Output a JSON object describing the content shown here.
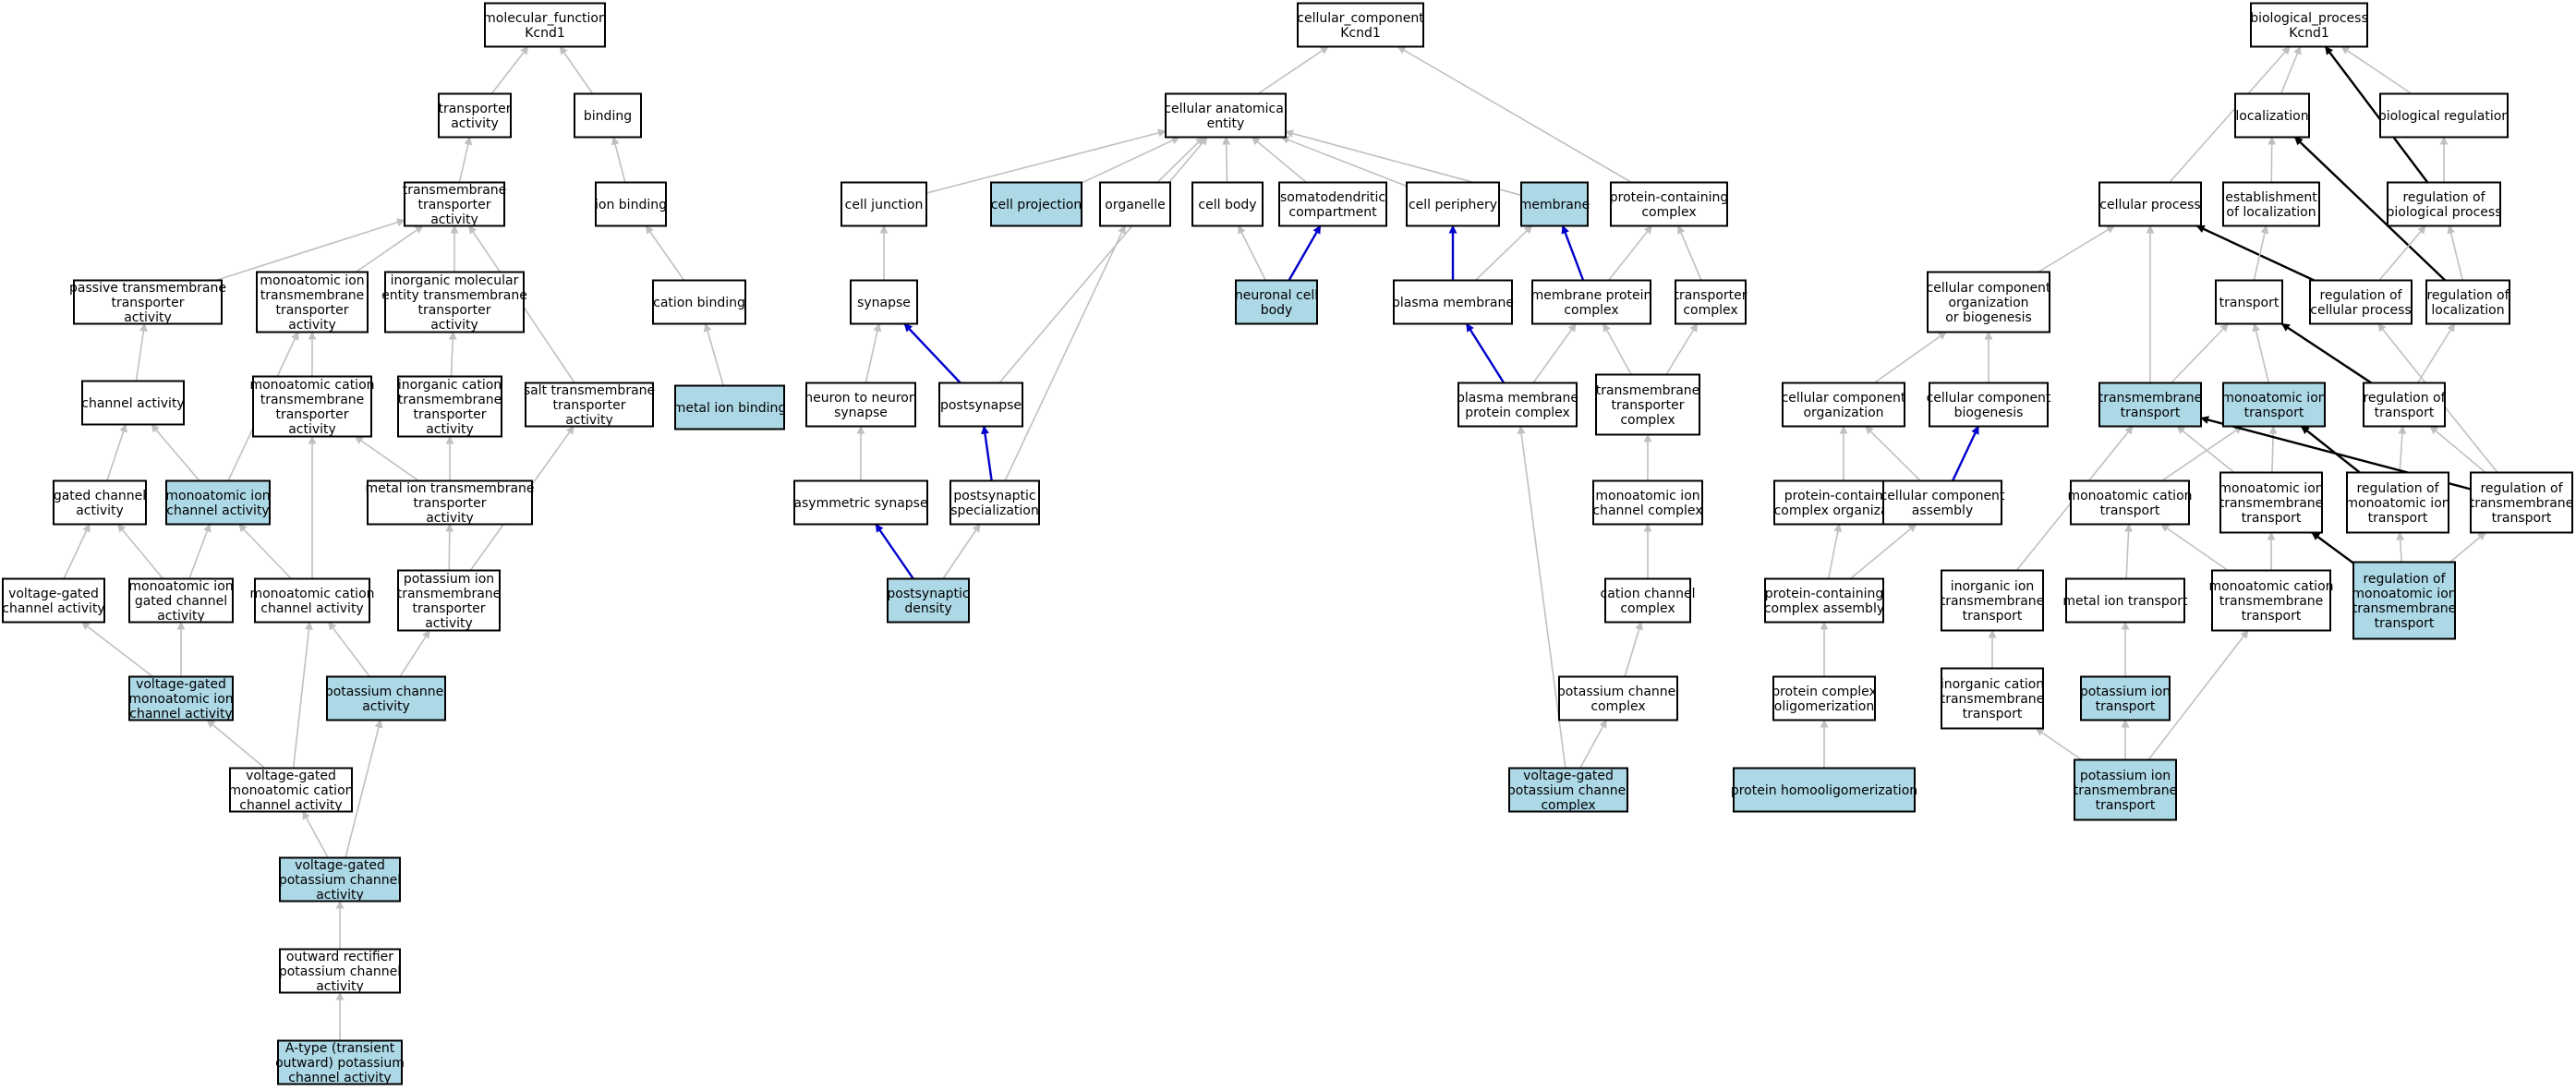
{
  "colors": {
    "highlight": "#add8e6",
    "plain": "#ffffff",
    "gray_edge": "#c0c0c0",
    "blue_edge": "#0000cc",
    "black_edge": "#000000"
  },
  "nodes": {
    "mf": [
      "molecular_function",
      "Kcnd1"
    ],
    "transporter_activity": [
      "transporter",
      "activity"
    ],
    "binding": [
      "binding"
    ],
    "tm_transporter": [
      "transmembrane",
      "transporter",
      "activity"
    ],
    "ion_binding": [
      "ion binding"
    ],
    "passive_tm": [
      "passive transmembrane",
      "transporter",
      "activity"
    ],
    "mono_ion_tm": [
      "monoatomic ion",
      "transmembrane",
      "transporter",
      "activity"
    ],
    "inorg_mol_tm": [
      "inorganic molecular",
      "entity transmembrane",
      "transporter",
      "activity"
    ],
    "cation_binding": [
      "cation binding"
    ],
    "channel_activity": [
      "channel activity"
    ],
    "mono_cation_tm": [
      "monoatomic cation",
      "transmembrane",
      "transporter",
      "activity"
    ],
    "inorg_cation_tm": [
      "inorganic cation",
      "transmembrane",
      "transporter",
      "activity"
    ],
    "salt_tm": [
      "salt transmembrane",
      "transporter",
      "activity"
    ],
    "metal_ion_binding": [
      "metal ion binding"
    ],
    "gated_channel": [
      "gated channel",
      "activity"
    ],
    "mono_ion_channel": [
      "monoatomic ion",
      "channel activity"
    ],
    "metal_ion_tm": [
      "metal ion transmembrane",
      "transporter",
      "activity"
    ],
    "vg_channel": [
      "voltage-gated",
      "channel activity"
    ],
    "mono_ion_gated": [
      "monoatomic ion",
      "gated channel",
      "activity"
    ],
    "mono_cation_channel": [
      "monoatomic cation",
      "channel activity"
    ],
    "k_ion_tm_transporter": [
      "potassium ion",
      "transmembrane",
      "transporter",
      "activity"
    ],
    "vg_mono_ion_channel": [
      "voltage-gated",
      "monoatomic ion",
      "channel activity"
    ],
    "k_channel": [
      "potassium channel",
      "activity"
    ],
    "vg_mono_cation_channel": [
      "voltage-gated",
      "monoatomic cation",
      "channel activity"
    ],
    "vg_k_channel": [
      "voltage-gated",
      "potassium channel",
      "activity"
    ],
    "outward_rect": [
      "outward rectifier",
      "potassium channel",
      "activity"
    ],
    "a_type": [
      "A-type (transient",
      "outward) potassium",
      "channel activity"
    ],
    "cc": [
      "cellular_component",
      "Kcnd1"
    ],
    "cae": [
      "cellular anatomical",
      "entity"
    ],
    "cell_junction": [
      "cell junction"
    ],
    "cell_projection": [
      "cell projection"
    ],
    "organelle": [
      "organelle"
    ],
    "cell_body": [
      "cell body"
    ],
    "somatodendritic": [
      "somatodendritic",
      "compartment"
    ],
    "cell_periphery": [
      "cell periphery"
    ],
    "membrane": [
      "membrane"
    ],
    "protein_complex": [
      "protein-containing",
      "complex"
    ],
    "synapse": [
      "synapse"
    ],
    "neuronal_cell_body": [
      "neuronal cell",
      "body"
    ],
    "plasma_membrane": [
      "plasma membrane"
    ],
    "membrane_protein_complex": [
      "membrane protein",
      "complex"
    ],
    "transporter_complex": [
      "transporter",
      "complex"
    ],
    "n2n_synapse": [
      "neuron to neuron",
      "synapse"
    ],
    "postsynapse": [
      "postsynapse"
    ],
    "pm_protein_complex": [
      "plasma membrane",
      "protein complex"
    ],
    "tm_transporter_complex": [
      "transmembrane",
      "transporter",
      "complex"
    ],
    "asym_synapse": [
      "asymmetric synapse"
    ],
    "postsyn_spec": [
      "postsynaptic",
      "specialization"
    ],
    "mono_ion_channel_complex": [
      "monoatomic ion",
      "channel complex"
    ],
    "postsyn_density": [
      "postsynaptic",
      "density"
    ],
    "cation_channel_complex": [
      "cation channel",
      "complex"
    ],
    "k_channel_complex": [
      "potassium channel",
      "complex"
    ],
    "vg_k_channel_complex": [
      "voltage-gated",
      "potassium channel",
      "complex"
    ],
    "bp": [
      "biological_process",
      "Kcnd1"
    ],
    "localization": [
      "localization"
    ],
    "bio_regulation": [
      "biological regulation"
    ],
    "cellular_process": [
      "cellular process"
    ],
    "establish_loc": [
      "establishment",
      "of localization"
    ],
    "reg_bio_process": [
      "regulation of",
      "biological process"
    ],
    "cc_org_biogen": [
      "cellular component",
      "organization",
      "or biogenesis"
    ],
    "transport": [
      "transport"
    ],
    "reg_cell_process": [
      "regulation of",
      "cellular process"
    ],
    "reg_localization": [
      "regulation of",
      "localization"
    ],
    "cc_org": [
      "cellular component",
      "organization"
    ],
    "cc_biogen": [
      "cellular component",
      "biogenesis"
    ],
    "tm_transport": [
      "transmembrane",
      "transport"
    ],
    "mono_ion_transport": [
      "monoatomic ion",
      "transport"
    ],
    "reg_transport": [
      "regulation of",
      "transport"
    ],
    "pc_org": [
      "protein-containing",
      "complex organization"
    ],
    "cc_assembly": [
      "cellular component",
      "assembly"
    ],
    "mono_cation_transport": [
      "monoatomic cation",
      "transport"
    ],
    "mono_ion_tm_transport": [
      "monoatomic ion",
      "transmembrane",
      "transport"
    ],
    "reg_mono_ion_transport": [
      "regulation of",
      "monoatomic ion",
      "transport"
    ],
    "reg_tm_transport": [
      "regulation of",
      "transmembrane",
      "transport"
    ],
    "pc_assembly": [
      "protein-containing",
      "complex assembly"
    ],
    "inorg_ion_tm_transport": [
      "inorganic ion",
      "transmembrane",
      "transport"
    ],
    "metal_ion_transport": [
      "metal ion transport"
    ],
    "mono_cation_tm_transport": [
      "monoatomic cation",
      "transmembrane",
      "transport"
    ],
    "reg_mono_ion_tm_transport": [
      "regulation of",
      "monoatomic ion",
      "transmembrane",
      "transport"
    ],
    "protein_complex_oligo": [
      "protein complex",
      "oligomerization"
    ],
    "inorg_cation_tm_transport": [
      "inorganic cation",
      "transmembrane",
      "transport"
    ],
    "k_ion_transport": [
      "potassium ion",
      "transport"
    ],
    "protein_homo": [
      "protein homooligomerization"
    ],
    "k_ion_tm_transport": [
      "potassium ion",
      "transmembrane",
      "transport"
    ]
  },
  "highlighted": [
    "mono_ion_channel",
    "metal_ion_binding",
    "vg_mono_ion_channel",
    "k_channel",
    "vg_k_channel",
    "a_type",
    "cell_projection",
    "membrane",
    "neuronal_cell_body",
    "postsyn_density",
    "vg_k_channel_complex",
    "tm_transport",
    "mono_ion_transport",
    "reg_mono_ion_tm_transport",
    "k_ion_transport",
    "protein_homo",
    "k_ion_tm_transport"
  ],
  "edges": [
    [
      "transporter_activity",
      "mf",
      "gray"
    ],
    [
      "binding",
      "mf",
      "gray"
    ],
    [
      "tm_transporter",
      "transporter_activity",
      "gray"
    ],
    [
      "ion_binding",
      "binding",
      "gray"
    ],
    [
      "passive_tm",
      "tm_transporter",
      "gray"
    ],
    [
      "mono_ion_tm",
      "tm_transporter",
      "gray"
    ],
    [
      "inorg_mol_tm",
      "tm_transporter",
      "gray"
    ],
    [
      "salt_tm",
      "tm_transporter",
      "gray"
    ],
    [
      "cation_binding",
      "ion_binding",
      "gray"
    ],
    [
      "metal_ion_binding",
      "cation_binding",
      "gray"
    ],
    [
      "channel_activity",
      "passive_tm",
      "gray"
    ],
    [
      "mono_cation_tm",
      "mono_ion_tm",
      "gray"
    ],
    [
      "inorg_cation_tm",
      "inorg_mol_tm",
      "gray"
    ],
    [
      "metal_ion_tm",
      "mono_cation_tm",
      "gray"
    ],
    [
      "metal_ion_tm",
      "inorg_cation_tm",
      "gray"
    ],
    [
      "gated_channel",
      "channel_activity",
      "gray"
    ],
    [
      "mono_ion_channel",
      "channel_activity",
      "gray"
    ],
    [
      "mono_ion_channel",
      "mono_ion_tm",
      "gray"
    ],
    [
      "vg_channel",
      "gated_channel",
      "gray"
    ],
    [
      "mono_ion_gated",
      "gated_channel",
      "gray"
    ],
    [
      "mono_ion_gated",
      "mono_ion_channel",
      "gray"
    ],
    [
      "mono_cation_channel",
      "mono_ion_channel",
      "gray"
    ],
    [
      "mono_cation_channel",
      "mono_cation_tm",
      "gray"
    ],
    [
      "k_ion_tm_transporter",
      "metal_ion_tm",
      "gray"
    ],
    [
      "k_ion_tm_transporter",
      "salt_tm",
      "gray"
    ],
    [
      "vg_mono_ion_channel",
      "vg_channel",
      "gray"
    ],
    [
      "vg_mono_ion_channel",
      "mono_ion_gated",
      "gray"
    ],
    [
      "k_channel",
      "mono_cation_channel",
      "gray"
    ],
    [
      "k_channel",
      "k_ion_tm_transporter",
      "gray"
    ],
    [
      "vg_mono_cation_channel",
      "vg_mono_ion_channel",
      "gray"
    ],
    [
      "vg_mono_cation_channel",
      "mono_cation_channel",
      "gray"
    ],
    [
      "vg_k_channel",
      "vg_mono_cation_channel",
      "gray"
    ],
    [
      "vg_k_channel",
      "k_channel",
      "gray"
    ],
    [
      "outward_rect",
      "vg_k_channel",
      "gray"
    ],
    [
      "a_type",
      "outward_rect",
      "gray"
    ],
    [
      "cae",
      "cc",
      "gray"
    ],
    [
      "protein_complex",
      "cc",
      "gray"
    ],
    [
      "cell_junction",
      "cae",
      "gray"
    ],
    [
      "cell_projection",
      "cae",
      "gray"
    ],
    [
      "organelle",
      "cae",
      "gray"
    ],
    [
      "cell_body",
      "cae",
      "gray"
    ],
    [
      "somatodendritic",
      "cae",
      "gray"
    ],
    [
      "cell_periphery",
      "cae",
      "gray"
    ],
    [
      "membrane",
      "cae",
      "gray"
    ],
    [
      "postsynapse",
      "cae",
      "gray"
    ],
    [
      "synapse",
      "cell_junction",
      "gray"
    ],
    [
      "neuronal_cell_body",
      "cell_body",
      "gray"
    ],
    [
      "neuronal_cell_body",
      "somatodendritic",
      "blue"
    ],
    [
      "plasma_membrane",
      "cell_periphery",
      "blue"
    ],
    [
      "plasma_membrane",
      "membrane",
      "gray"
    ],
    [
      "membrane_protein_complex",
      "membrane",
      "blue"
    ],
    [
      "membrane_protein_complex",
      "protein_complex",
      "gray"
    ],
    [
      "transporter_complex",
      "protein_complex",
      "gray"
    ],
    [
      "n2n_synapse",
      "synapse",
      "gray"
    ],
    [
      "postsynapse",
      "synapse",
      "blue"
    ],
    [
      "pm_protein_complex",
      "plasma_membrane",
      "blue"
    ],
    [
      "pm_protein_complex",
      "membrane_protein_complex",
      "gray"
    ],
    [
      "tm_transporter_complex",
      "membrane_protein_complex",
      "gray"
    ],
    [
      "tm_transporter_complex",
      "transporter_complex",
      "gray"
    ],
    [
      "asym_synapse",
      "n2n_synapse",
      "gray"
    ],
    [
      "postsyn_spec",
      "postsynapse",
      "blue"
    ],
    [
      "postsyn_spec",
      "organelle",
      "gray"
    ],
    [
      "mono_ion_channel_complex",
      "tm_transporter_complex",
      "gray"
    ],
    [
      "postsyn_density",
      "asym_synapse",
      "blue"
    ],
    [
      "postsyn_density",
      "postsyn_spec",
      "gray"
    ],
    [
      "cation_channel_complex",
      "mono_ion_channel_complex",
      "gray"
    ],
    [
      "k_channel_complex",
      "cation_channel_complex",
      "gray"
    ],
    [
      "vg_k_channel_complex",
      "k_channel_complex",
      "gray"
    ],
    [
      "vg_k_channel_complex",
      "pm_protein_complex",
      "gray"
    ],
    [
      "localization",
      "bp",
      "gray"
    ],
    [
      "bio_regulation",
      "bp",
      "gray"
    ],
    [
      "cellular_process",
      "bp",
      "gray"
    ],
    [
      "reg_bio_process",
      "bp",
      "black"
    ],
    [
      "establish_loc",
      "localization",
      "gray"
    ],
    [
      "reg_localization",
      "localization",
      "black"
    ],
    [
      "reg_bio_process",
      "bio_regulation",
      "gray"
    ],
    [
      "cc_org_biogen",
      "cellular_process",
      "gray"
    ],
    [
      "reg_cell_process",
      "cellular_process",
      "black"
    ],
    [
      "tm_transport",
      "cellular_process",
      "gray"
    ],
    [
      "transport",
      "establish_loc",
      "gray"
    ],
    [
      "reg_cell_process",
      "reg_bio_process",
      "gray"
    ],
    [
      "reg_localization",
      "reg_bio_process",
      "gray"
    ],
    [
      "cc_org",
      "cc_org_biogen",
      "gray"
    ],
    [
      "cc_biogen",
      "cc_org_biogen",
      "gray"
    ],
    [
      "tm_transport",
      "transport",
      "gray"
    ],
    [
      "mono_ion_transport",
      "transport",
      "gray"
    ],
    [
      "reg_transport",
      "transport",
      "black"
    ],
    [
      "reg_transport",
      "reg_localization",
      "gray"
    ],
    [
      "pc_org",
      "cc_org",
      "gray"
    ],
    [
      "cc_assembly",
      "cc_org",
      "gray"
    ],
    [
      "cc_assembly",
      "cc_biogen",
      "blue"
    ],
    [
      "mono_cation_transport",
      "mono_ion_transport",
      "gray"
    ],
    [
      "mono_ion_tm_transport",
      "mono_ion_transport",
      "gray"
    ],
    [
      "mono_ion_tm_transport",
      "tm_transport",
      "gray"
    ],
    [
      "reg_mono_ion_transport",
      "mono_ion_transport",
      "black"
    ],
    [
      "reg_mono_ion_transport",
      "reg_transport",
      "gray"
    ],
    [
      "reg_tm_transport",
      "tm_transport",
      "black"
    ],
    [
      "reg_tm_transport",
      "reg_transport",
      "gray"
    ],
    [
      "reg_tm_transport",
      "reg_cell_process",
      "gray"
    ],
    [
      "pc_assembly",
      "pc_org",
      "gray"
    ],
    [
      "pc_assembly",
      "cc_assembly",
      "gray"
    ],
    [
      "inorg_ion_tm_transport",
      "tm_transport",
      "gray"
    ],
    [
      "metal_ion_transport",
      "mono_cation_transport",
      "gray"
    ],
    [
      "mono_cation_tm_transport",
      "mono_cation_transport",
      "gray"
    ],
    [
      "mono_cation_tm_transport",
      "mono_ion_tm_transport",
      "gray"
    ],
    [
      "reg_mono_ion_tm_transport",
      "mono_ion_tm_transport",
      "black"
    ],
    [
      "reg_mono_ion_tm_transport",
      "reg_mono_ion_transport",
      "gray"
    ],
    [
      "reg_mono_ion_tm_transport",
      "reg_tm_transport",
      "gray"
    ],
    [
      "protein_complex_oligo",
      "pc_assembly",
      "gray"
    ],
    [
      "inorg_cation_tm_transport",
      "inorg_ion_tm_transport",
      "gray"
    ],
    [
      "k_ion_transport",
      "metal_ion_transport",
      "gray"
    ],
    [
      "protein_homo",
      "protein_complex_oligo",
      "gray"
    ],
    [
      "k_ion_tm_transport",
      "k_ion_transport",
      "gray"
    ],
    [
      "k_ion_tm_transport",
      "inorg_cation_tm_transport",
      "gray"
    ],
    [
      "k_ion_tm_transport",
      "mono_cation_tm_transport",
      "gray"
    ]
  ]
}
